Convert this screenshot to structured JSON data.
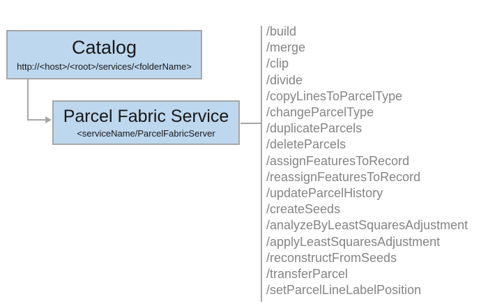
{
  "colors": {
    "box_fill": "#bdd7ee",
    "box_border": "#a6a6a6",
    "line": "#a6a6a6",
    "endpoint_text": "#848484",
    "title_text": "#171717"
  },
  "catalog_box": {
    "title": "Catalog",
    "subtitle": "http://<host>/<root>/services/<folderName>"
  },
  "service_box": {
    "title": "Parcel Fabric Service",
    "subtitle": "<serviceName/ParcelFabricServer"
  },
  "endpoints": [
    "/build",
    "/merge",
    "/clip",
    "/divide",
    "/copyLinesToParcelType",
    "/changeParcelType",
    "/duplicateParcels",
    "/deleteParcels",
    "/assignFeaturesToRecord",
    "/reassignFeaturesToRecord",
    "/updateParcelHistory",
    "/createSeeds",
    "/analyzeByLeastSquaresAdjustment",
    "/applyLeastSquaresAdjustment",
    "/reconstructFromSeeds",
    "/transferParcel",
    "/setParcelLineLabelPosition"
  ]
}
